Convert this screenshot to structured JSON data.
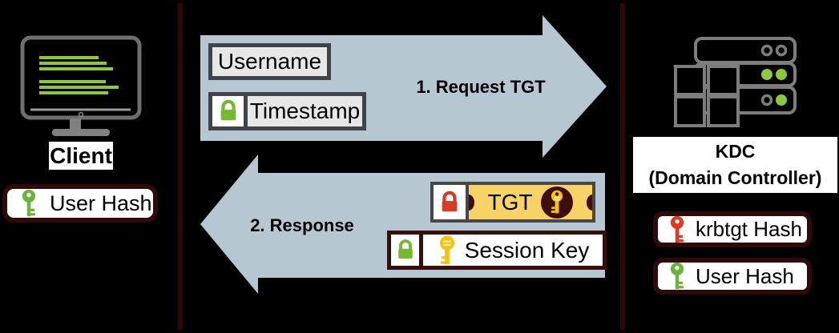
{
  "panel_divider_color": "#2e0808",
  "arrow_color": "#b7c7d1",
  "client": {
    "label": "Client",
    "badge_label": "User Hash",
    "monitor_screen_line_color": "#8dc63f",
    "key_green": "#6db33f"
  },
  "kdc": {
    "title_line1": "KDC",
    "title_line2": "(Domain Controller)",
    "krbtgt_badge_label": "krbtgt Hash",
    "user_badge_label": "User Hash",
    "key_red": "#e0391f",
    "key_green": "#6db33f",
    "led_green": "#8dc63f"
  },
  "request": {
    "label": "1. Request TGT",
    "username_label": "Username",
    "timestamp_label": "Timestamp",
    "lock_green": "#76b82f"
  },
  "response": {
    "label": "2. Response",
    "tgt_label": "TGT",
    "session_key_label": "Session Key",
    "lock_red": "#d33d25",
    "lock_green": "#76b82f",
    "ticket_yellow": "#f7d266",
    "ticket_dark": "#400d0d",
    "key_gold": "#f2c40d",
    "key_gold_light": "#fdf0c2"
  }
}
